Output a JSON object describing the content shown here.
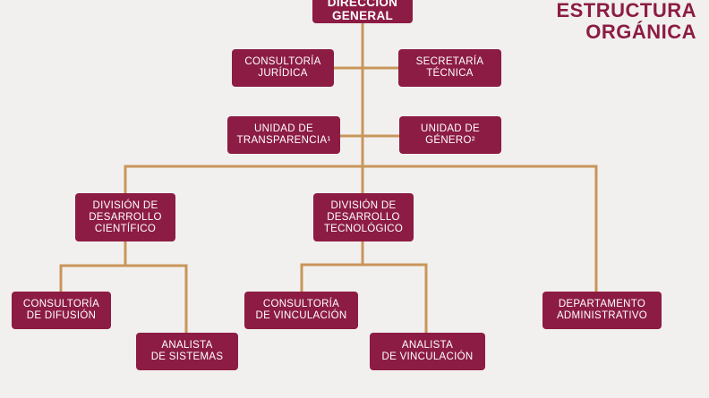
{
  "title": {
    "line1": "ESTRUCTURA",
    "line2": "ORGÁNICA"
  },
  "colors": {
    "box": "#8c1c44",
    "line": "#c8965a",
    "background": "#f2f0ee"
  },
  "nodes": {
    "direccion_general": {
      "line1": "DIRECCIÓN",
      "line2": "GENERAL"
    },
    "consultoria_juridica": {
      "line1": "CONSULTORÍA",
      "line2": "JURÍDICA"
    },
    "secretaria_tecnica": {
      "line1": "SECRETARÍA",
      "line2": "TÉCNICA"
    },
    "unidad_transparencia": {
      "line1": "UNIDAD DE",
      "line2": "TRANSPARENCIA¹"
    },
    "unidad_genero": {
      "line1": "UNIDAD DE",
      "line2": "GÉNERO²"
    },
    "division_cientifico": {
      "line1": "DIVISIÓN DE",
      "line2": "DESARROLLO",
      "line3": "CIENTÍFICO"
    },
    "division_tecnologico": {
      "line1": "DIVISIÓN DE",
      "line2": "DESARROLLO",
      "line3": "TECNOLÓGICO"
    },
    "consultoria_difusion": {
      "line1": "CONSULTORÍA",
      "line2": "DE DIFUSIÓN"
    },
    "analista_sistemas": {
      "line1": "ANALISTA",
      "line2": "DE SISTEMAS"
    },
    "consultoria_vinculacion": {
      "line1": "CONSULTORÍA",
      "line2": "DE VINCULACIÓN"
    },
    "analista_vinculacion": {
      "line1": "ANALISTA",
      "line2": "DE VINCULACIÓN"
    },
    "departamento_administrativo": {
      "line1": "DEPARTAMENTO",
      "line2": "ADMINISTRATIVO"
    }
  }
}
